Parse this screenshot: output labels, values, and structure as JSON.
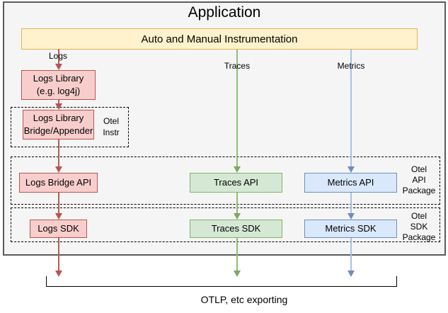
{
  "title": "Application",
  "instrumentation_label": "Auto and Manual Instrumentation",
  "signals": {
    "logs": "Logs",
    "traces": "Traces",
    "metrics": "Metrics"
  },
  "nodes": {
    "logs_library": {
      "line1": "Logs Library",
      "line2": "(e.g. log4j)"
    },
    "logs_bridge": {
      "line1": "Logs Library",
      "line2": "Bridge/Appender"
    },
    "logs_bridge_api": "Logs Bridge API",
    "traces_api": "Traces API",
    "metrics_api": "Metrics API",
    "logs_sdk": "Logs SDK",
    "traces_sdk": "Traces SDK",
    "metrics_sdk": "Metrics SDK"
  },
  "groups": {
    "otel_instr": {
      "line1": "Otel",
      "line2": "Instr"
    },
    "otel_api": {
      "line1": "Otel",
      "line2": "API",
      "line3": "Package"
    },
    "otel_sdk": {
      "line1": "Otel",
      "line2": "SDK",
      "line3": "Package"
    }
  },
  "export_label": "OTLP, etc exporting",
  "colors": {
    "logs_fill": "#f8cecc",
    "logs_stroke": "#b85450",
    "traces_fill": "#d5e8d4",
    "traces_stroke": "#82b366",
    "metrics_fill": "#dae8fc",
    "metrics_stroke": "#6c8ebf",
    "instrumentation_fill": "#fff2cc",
    "instrumentation_stroke": "#d6b656",
    "application_bg": "#f5f5f5",
    "application_border": "#5b5b5b"
  }
}
